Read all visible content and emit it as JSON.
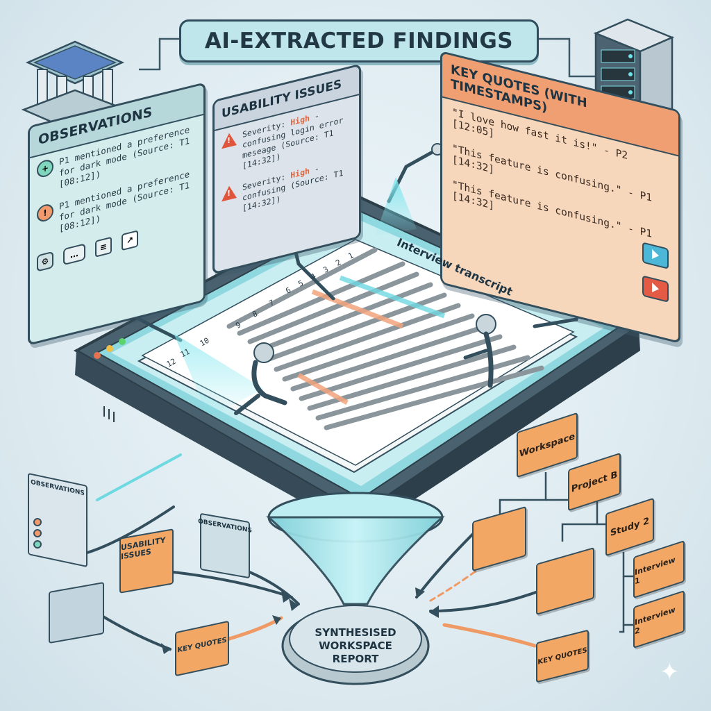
{
  "title": "AI-EXTRACTED FINDINGS",
  "observations": {
    "heading": "OBSERVATIONS",
    "items": [
      "P1 mentioned a preference for dark mode (Source: T1 [08:12])",
      "P1 mentioned a preference for dark mode (Source: T1 [08:12])"
    ]
  },
  "usability": {
    "heading": "USABILITY ISSUES",
    "severity_label": "Severity:",
    "severity_value": "High",
    "items": [
      "- confusing login error meseage (Source: T1 [14:32])",
      "- confusing (Source: T1 [14:32])"
    ]
  },
  "quotes": {
    "heading": "KEY QUOTES (WITH TIMESTAMPS)",
    "items": [
      "\"I love how fast it is!\" - P2 [12:05]",
      "\"This feature is confusing.\" - P1 [14:32]",
      "\"This feature is confusing.\" - P1 [14:32]"
    ]
  },
  "document": {
    "title": "Interview transcript",
    "line_numbers": [
      "1",
      "2",
      "3",
      "4",
      "5",
      "6",
      "7",
      "8",
      "9",
      "10",
      "11",
      "12"
    ]
  },
  "left_cards": {
    "observations_card": "OBSERVATIONS",
    "usability_card": "USABILITY ISSUES",
    "observations_card_small": "OBSERVATIONS",
    "key_quotes_card": "KEY QUOTES"
  },
  "right_tree": {
    "workspace": "Workspace",
    "project": "Project B",
    "study": "Study 2",
    "interview1": "Interview 1",
    "interview2": "Interview 2",
    "key_quotes_card": "KEY QUOTES"
  },
  "report": {
    "line1": "SYNTHESISED",
    "line2": "WORKSPACE",
    "line3": "REPORT"
  },
  "colors": {
    "accent_teal": "#5fd6e0",
    "warning": "#e0563d",
    "folder_orange": "#f2a765",
    "outline": "#334e5c"
  }
}
